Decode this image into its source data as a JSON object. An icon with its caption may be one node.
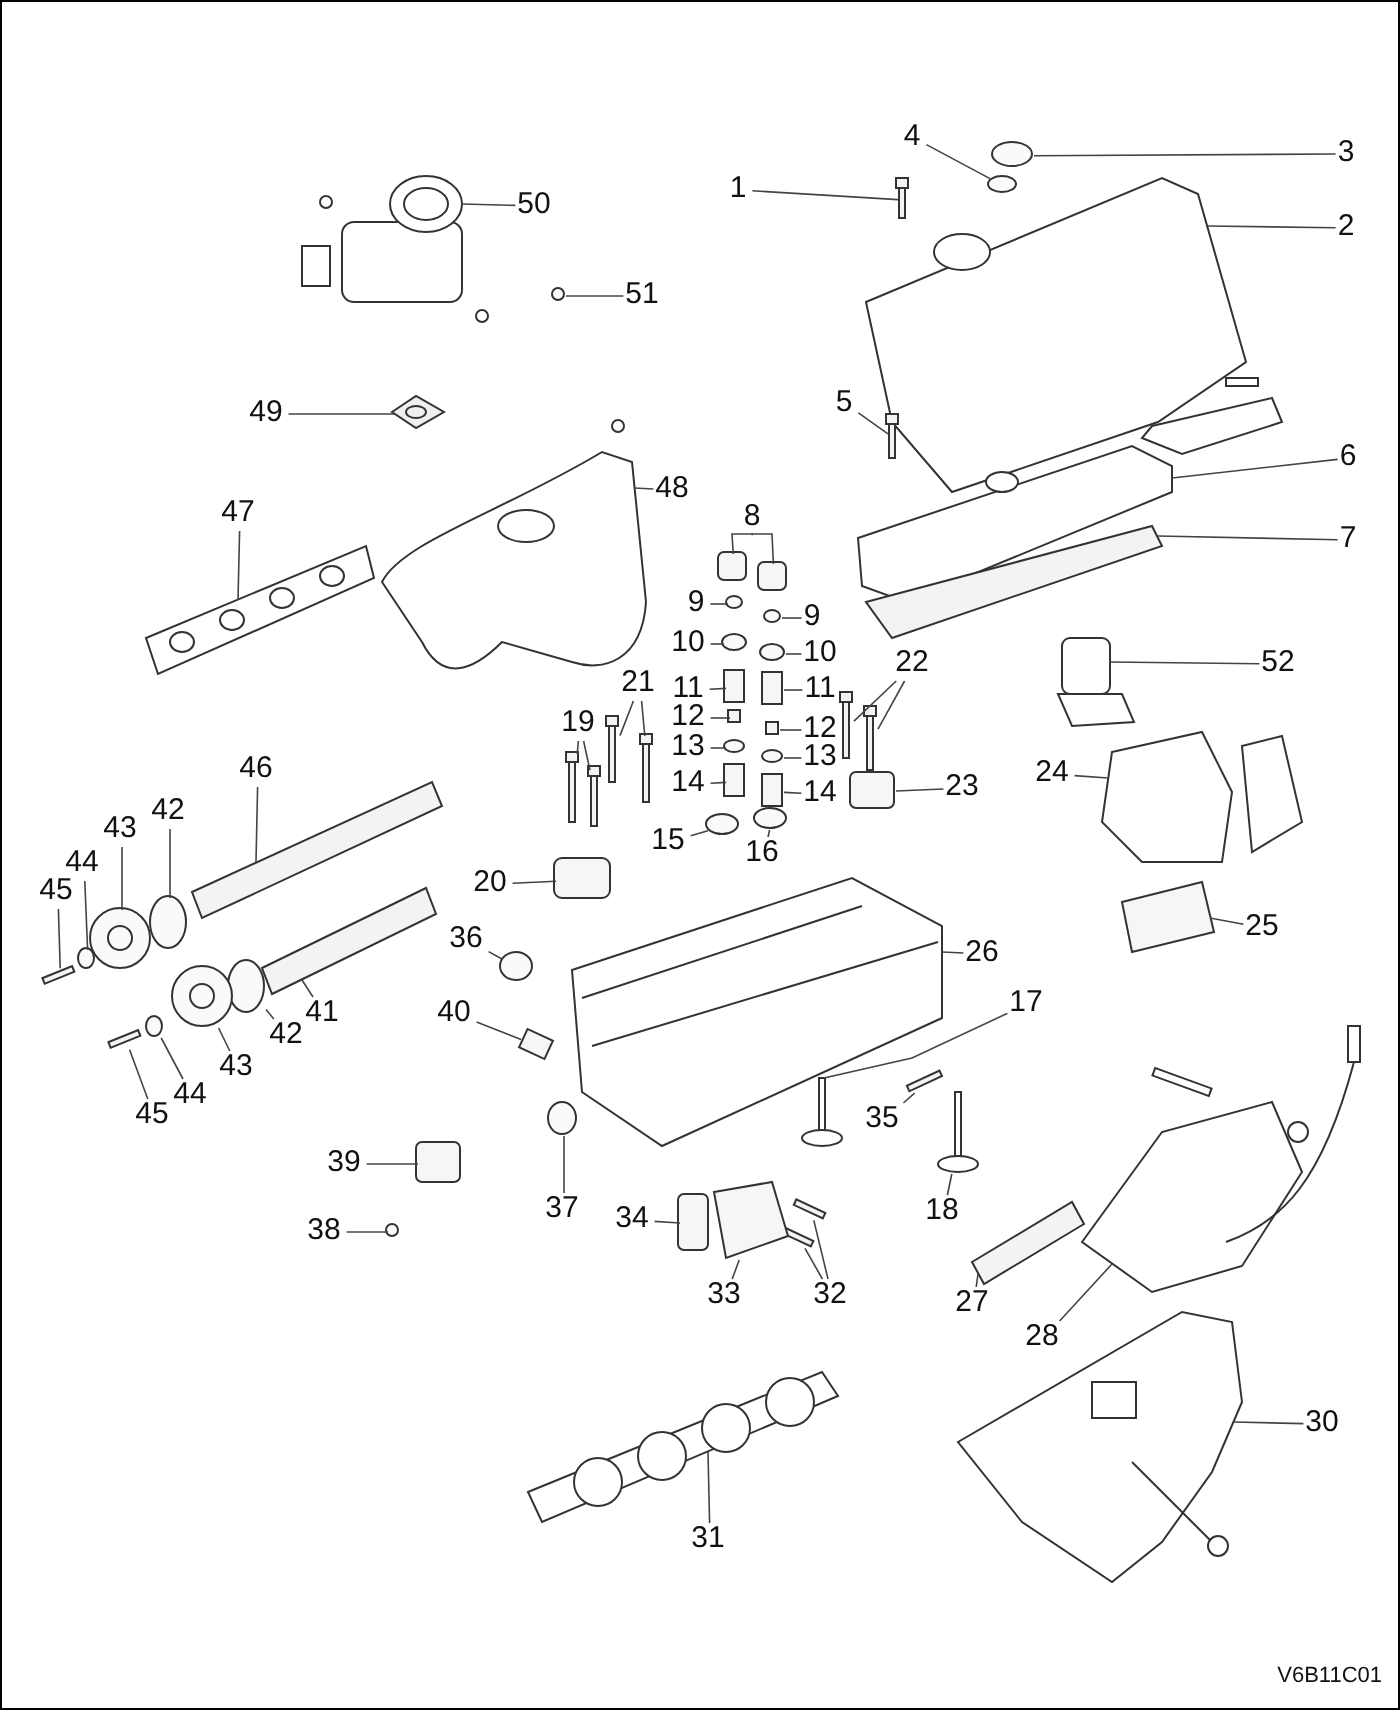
{
  "diagram": {
    "nodes": [
      {
        "text": [
          "1"
        ]
      },
      {
        "text": [
          "2"
        ]
      },
      {
        "text": [
          "3"
        ]
      },
      {
        "text": [
          "4"
        ]
      },
      {
        "text": [
          "5"
        ]
      },
      {
        "text": [
          "6"
        ]
      },
      {
        "text": [
          "7"
        ]
      },
      {
        "text": [
          "8"
        ]
      },
      {
        "text": [
          "9"
        ]
      },
      {
        "text": [
          "9"
        ]
      },
      {
        "text": [
          "10"
        ]
      },
      {
        "text": [
          "10"
        ]
      },
      {
        "text": [
          "11"
        ]
      },
      {
        "text": [
          "11"
        ]
      },
      {
        "text": [
          "12"
        ]
      },
      {
        "text": [
          "12"
        ]
      },
      {
        "text": [
          "13"
        ]
      },
      {
        "text": [
          "13"
        ]
      },
      {
        "text": [
          "14"
        ]
      },
      {
        "text": [
          "14"
        ]
      },
      {
        "text": [
          "15"
        ]
      },
      {
        "text": [
          "16"
        ]
      },
      {
        "text": [
          "17"
        ]
      },
      {
        "text": [
          "18"
        ]
      },
      {
        "text": [
          "19"
        ]
      },
      {
        "text": [
          "20"
        ]
      },
      {
        "text": [
          "21"
        ]
      },
      {
        "text": [
          "22"
        ]
      },
      {
        "text": [
          "23"
        ]
      },
      {
        "text": [
          "24"
        ]
      },
      {
        "text": [
          "25"
        ]
      },
      {
        "text": [
          "26"
        ]
      },
      {
        "text": [
          "27"
        ]
      },
      {
        "text": [
          "28"
        ]
      },
      {
        "text": [
          "30"
        ]
      },
      {
        "text": [
          "31"
        ]
      },
      {
        "text": [
          "32"
        ]
      },
      {
        "text": [
          "33"
        ]
      },
      {
        "text": [
          "34"
        ]
      },
      {
        "text": [
          "35"
        ]
      },
      {
        "text": [
          "36"
        ]
      },
      {
        "text": [
          "37"
        ]
      },
      {
        "text": [
          "38"
        ]
      },
      {
        "text": [
          "39"
        ]
      },
      {
        "text": [
          "40"
        ]
      },
      {
        "text": [
          "41"
        ]
      },
      {
        "text": [
          "42"
        ]
      },
      {
        "text": [
          "42"
        ]
      },
      {
        "text": [
          "43"
        ]
      },
      {
        "text": [
          "43"
        ]
      },
      {
        "text": [
          "44"
        ]
      },
      {
        "text": [
          "44"
        ]
      },
      {
        "text": [
          "45"
        ]
      },
      {
        "text": [
          "45"
        ]
      },
      {
        "text": [
          "46"
        ]
      },
      {
        "text": [
          "47"
        ]
      },
      {
        "text": [
          "48"
        ]
      },
      {
        "text": [
          "49"
        ]
      },
      {
        "text": [
          "50"
        ]
      },
      {
        "text": [
          "51"
        ]
      },
      {
        "text": [
          "52"
        ]
      },
      {
        "text": [],
        "shape": "bar"
      },
      {
        "text": [],
        "shape": "picture"
      },
      {
        "text": [],
        "shape": "circle"
      },
      {
        "text": [],
        "shape": "circle"
      },
      {
        "text": [],
        "shape": "bar"
      },
      {
        "text": [],
        "shape": "picture"
      },
      {
        "text": [],
        "shape": "bar"
      },
      {
        "text": [],
        "shape": "box"
      },
      {
        "text": [],
        "shape": "box"
      },
      {
        "text": [],
        "shape": "circle"
      },
      {
        "text": [],
        "shape": "circle"
      },
      {
        "text": [],
        "shape": "circle"
      },
      {
        "text": [],
        "shape": "circle"
      },
      {
        "text": [],
        "shape": "box"
      },
      {
        "text": [],
        "shape": "box"
      },
      {
        "text": [],
        "shape": "box"
      },
      {
        "text": [],
        "shape": "box"
      },
      {
        "text": [],
        "shape": "circle"
      },
      {
        "text": [],
        "shape": "circle"
      },
      {
        "text": [],
        "shape": "box"
      },
      {
        "text": [],
        "shape": "box"
      },
      {
        "text": [],
        "shape": "circle"
      },
      {
        "text": [],
        "shape": "circle"
      },
      {
        "text": [],
        "shape": "picture"
      },
      {
        "text": [],
        "shape": "picture"
      },
      {
        "text": [],
        "shape": "bar"
      },
      {
        "text": [],
        "shape": "bar"
      },
      {
        "text": [],
        "shape": "box"
      },
      {
        "text": [],
        "shape": "bar"
      },
      {
        "text": [],
        "shape": "bar"
      },
      {
        "text": [],
        "shape": "bar"
      },
      {
        "text": [],
        "shape": "bar"
      },
      {
        "text": [],
        "shape": "box"
      },
      {
        "text": [],
        "shape": "picture"
      },
      {
        "text": [],
        "shape": "box"
      },
      {
        "text": [],
        "shape": "picture"
      },
      {
        "text": [],
        "shape": "bar"
      },
      {
        "text": [],
        "shape": "picture"
      },
      {
        "text": [],
        "shape": "picture"
      },
      {
        "text": [],
        "shape": "picture"
      },
      {
        "text": [],
        "shape": "bar"
      },
      {
        "text": [],
        "shape": "bar"
      },
      {
        "text": [],
        "shape": "box"
      },
      {
        "text": [],
        "shape": "box"
      },
      {
        "text": [],
        "shape": "bar"
      },
      {
        "text": [],
        "shape": "circle"
      },
      {
        "text": [],
        "shape": "circle"
      },
      {
        "text": [],
        "shape": "circle"
      },
      {
        "text": [],
        "shape": "box"
      },
      {
        "text": [],
        "shape": "box"
      },
      {
        "text": [],
        "shape": "bar"
      },
      {
        "text": [],
        "shape": "circle"
      },
      {
        "text": [],
        "shape": "circle"
      },
      {
        "text": [],
        "shape": "circle"
      },
      {
        "text": [],
        "shape": "circle"
      },
      {
        "text": [],
        "shape": "circle"
      },
      {
        "text": [],
        "shape": "circle"
      },
      {
        "text": [],
        "shape": "bar"
      },
      {
        "text": [],
        "shape": "bar"
      },
      {
        "text": [],
        "shape": "bar"
      },
      {
        "text": [],
        "shape": "picture"
      },
      {
        "text": [],
        "shape": "picture"
      },
      {
        "text": [],
        "shape": "diamond"
      },
      {
        "text": [],
        "shape": "picture"
      },
      {
        "text": [],
        "shape": "circle"
      },
      {
        "text": [],
        "shape": "picture"
      }
    ],
    "edges": [
      {
        "from": 0,
        "to": 61,
        "arrow": "none"
      },
      {
        "from": 1,
        "to": 62,
        "arrow": "none"
      },
      {
        "from": 2,
        "to": 63,
        "arrow": "none"
      },
      {
        "from": 3,
        "to": 64,
        "arrow": "none"
      },
      {
        "from": 4,
        "to": 65,
        "arrow": "none"
      },
      {
        "from": 5,
        "to": 66,
        "arrow": "none"
      },
      {
        "from": 6,
        "to": 67,
        "arrow": "none"
      },
      {
        "from": 7,
        "to": 68,
        "arrow": "none"
      },
      {
        "from": 7,
        "to": 69,
        "arrow": "none"
      },
      {
        "from": 8,
        "to": 70,
        "arrow": "none"
      },
      {
        "from": 9,
        "to": 71,
        "arrow": "none"
      },
      {
        "from": 10,
        "to": 72,
        "arrow": "none"
      },
      {
        "from": 11,
        "to": 73,
        "arrow": "none"
      },
      {
        "from": 12,
        "to": 74,
        "arrow": "none"
      },
      {
        "from": 13,
        "to": 75,
        "arrow": "none"
      },
      {
        "from": 14,
        "to": 76,
        "arrow": "none"
      },
      {
        "from": 15,
        "to": 77,
        "arrow": "none"
      },
      {
        "from": 16,
        "to": 78,
        "arrow": "none"
      },
      {
        "from": 17,
        "to": 79,
        "arrow": "none"
      },
      {
        "from": 18,
        "to": 80,
        "arrow": "none"
      },
      {
        "from": 19,
        "to": 81,
        "arrow": "none"
      },
      {
        "from": 20,
        "to": 82,
        "arrow": "none"
      },
      {
        "from": 21,
        "to": 83,
        "arrow": "none"
      },
      {
        "from": 22,
        "to": 84,
        "arrow": "none"
      },
      {
        "from": 23,
        "to": 85,
        "arrow": "none"
      },
      {
        "from": 24,
        "to": 86,
        "arrow": "none"
      },
      {
        "from": 24,
        "to": 87,
        "arrow": "none"
      },
      {
        "from": 25,
        "to": 88,
        "arrow": "none"
      },
      {
        "from": 26,
        "to": 89,
        "arrow": "none"
      },
      {
        "from": 26,
        "to": 90,
        "arrow": "none"
      },
      {
        "from": 27,
        "to": 91,
        "arrow": "none"
      },
      {
        "from": 27,
        "to": 92,
        "arrow": "none"
      },
      {
        "from": 28,
        "to": 93,
        "arrow": "none"
      },
      {
        "from": 29,
        "to": 94,
        "arrow": "none"
      },
      {
        "from": 30,
        "to": 95,
        "arrow": "none"
      },
      {
        "from": 31,
        "to": 96,
        "arrow": "none"
      },
      {
        "from": 32,
        "to": 97,
        "arrow": "none"
      },
      {
        "from": 33,
        "to": 98,
        "arrow": "none"
      },
      {
        "from": 34,
        "to": 99,
        "arrow": "none"
      },
      {
        "from": 35,
        "to": 100,
        "arrow": "none"
      },
      {
        "from": 36,
        "to": 101,
        "arrow": "none"
      },
      {
        "from": 36,
        "to": 102,
        "arrow": "none"
      },
      {
        "from": 37,
        "to": 103,
        "arrow": "none"
      },
      {
        "from": 38,
        "to": 104,
        "arrow": "none"
      },
      {
        "from": 39,
        "to": 105,
        "arrow": "none"
      },
      {
        "from": 40,
        "to": 106,
        "arrow": "none"
      },
      {
        "from": 41,
        "to": 107,
        "arrow": "none"
      },
      {
        "from": 42,
        "to": 108,
        "arrow": "none"
      },
      {
        "from": 43,
        "to": 109,
        "arrow": "none"
      },
      {
        "from": 44,
        "to": 110,
        "arrow": "none"
      },
      {
        "from": 45,
        "to": 111,
        "arrow": "none"
      },
      {
        "from": 46,
        "to": 112,
        "arrow": "none"
      },
      {
        "from": 47,
        "to": 113,
        "arrow": "none"
      },
      {
        "from": 48,
        "to": 114,
        "arrow": "none"
      },
      {
        "from": 49,
        "to": 115,
        "arrow": "none"
      },
      {
        "from": 50,
        "to": 116,
        "arrow": "none"
      },
      {
        "from": 51,
        "to": 117,
        "arrow": "none"
      },
      {
        "from": 52,
        "to": 118,
        "arrow": "none"
      },
      {
        "from": 53,
        "to": 119,
        "arrow": "none"
      },
      {
        "from": 54,
        "to": 120,
        "arrow": "none"
      },
      {
        "from": 55,
        "to": 121,
        "arrow": "none"
      },
      {
        "from": 56,
        "to": 122,
        "arrow": "none"
      },
      {
        "from": 57,
        "to": 123,
        "arrow": "none"
      },
      {
        "from": 58,
        "to": 124,
        "arrow": "none"
      },
      {
        "from": 59,
        "to": 125,
        "arrow": "none"
      },
      {
        "from": 60,
        "to": 126,
        "arrow": "none"
      }
    ],
    "labels": [
      "V6B11C01"
    ]
  }
}
